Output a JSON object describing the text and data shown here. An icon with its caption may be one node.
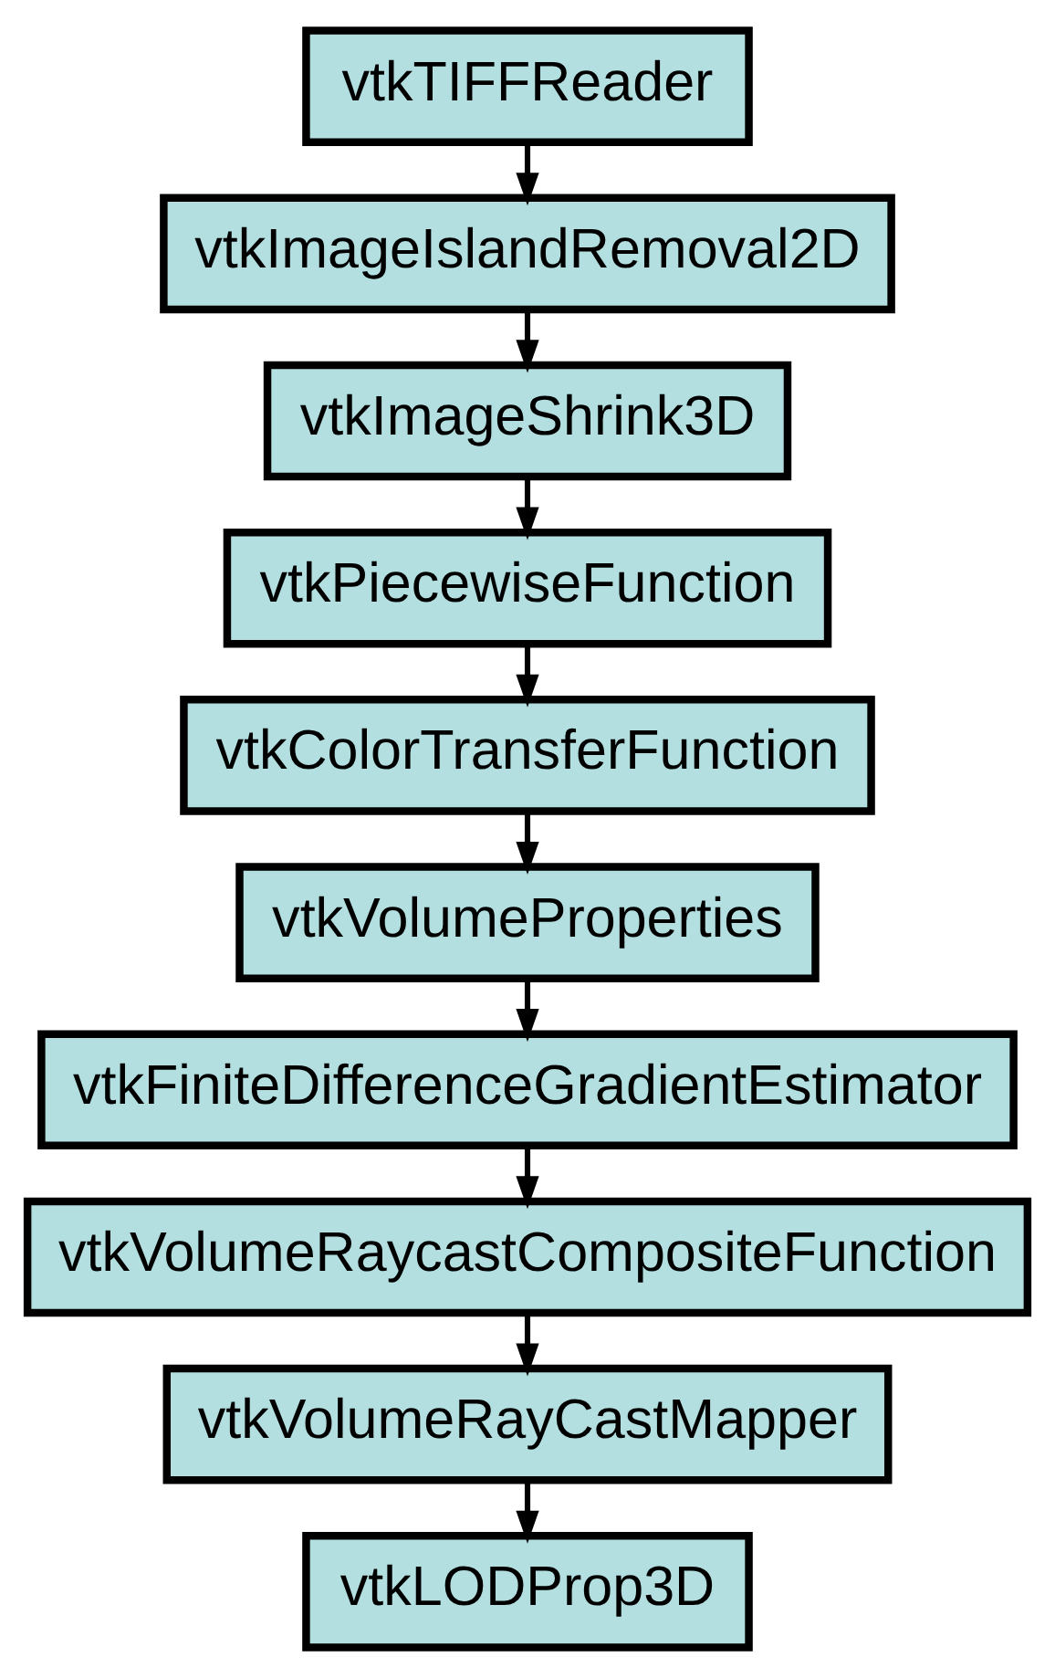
{
  "diagram": {
    "nodes": [
      {
        "text": [
          "vtkTIFFReader"
        ]
      },
      {
        "text": [
          "vtkImageIslandRemoval2D"
        ]
      },
      {
        "text": [
          "vtkImageShrink3D"
        ]
      },
      {
        "text": [
          "vtkPiecewiseFunction"
        ]
      },
      {
        "text": [
          "vtkColorTransferFunction"
        ]
      },
      {
        "text": [
          "vtkVolumeProperties"
        ]
      },
      {
        "text": [
          "vtkFiniteDifferenceGradientEstimator"
        ]
      },
      {
        "text": [
          "vtkVolumeRaycastCompositeFunction"
        ]
      },
      {
        "text": [
          "vtkVolumeRayCastMapper"
        ]
      },
      {
        "text": [
          "vtkLODProp3D"
        ]
      }
    ],
    "edges": [
      {
        "from": 0,
        "to": 1,
        "arrow": "to"
      },
      {
        "from": 1,
        "to": 2,
        "arrow": "to"
      },
      {
        "from": 2,
        "to": 3,
        "arrow": "to"
      },
      {
        "from": 3,
        "to": 4,
        "arrow": "to"
      },
      {
        "from": 4,
        "to": 5,
        "arrow": "to"
      },
      {
        "from": 5,
        "to": 6,
        "arrow": "to"
      },
      {
        "from": 6,
        "to": 7,
        "arrow": "to"
      },
      {
        "from": 7,
        "to": 8,
        "arrow": "to"
      },
      {
        "from": 8,
        "to": 9,
        "arrow": "to"
      }
    ]
  }
}
